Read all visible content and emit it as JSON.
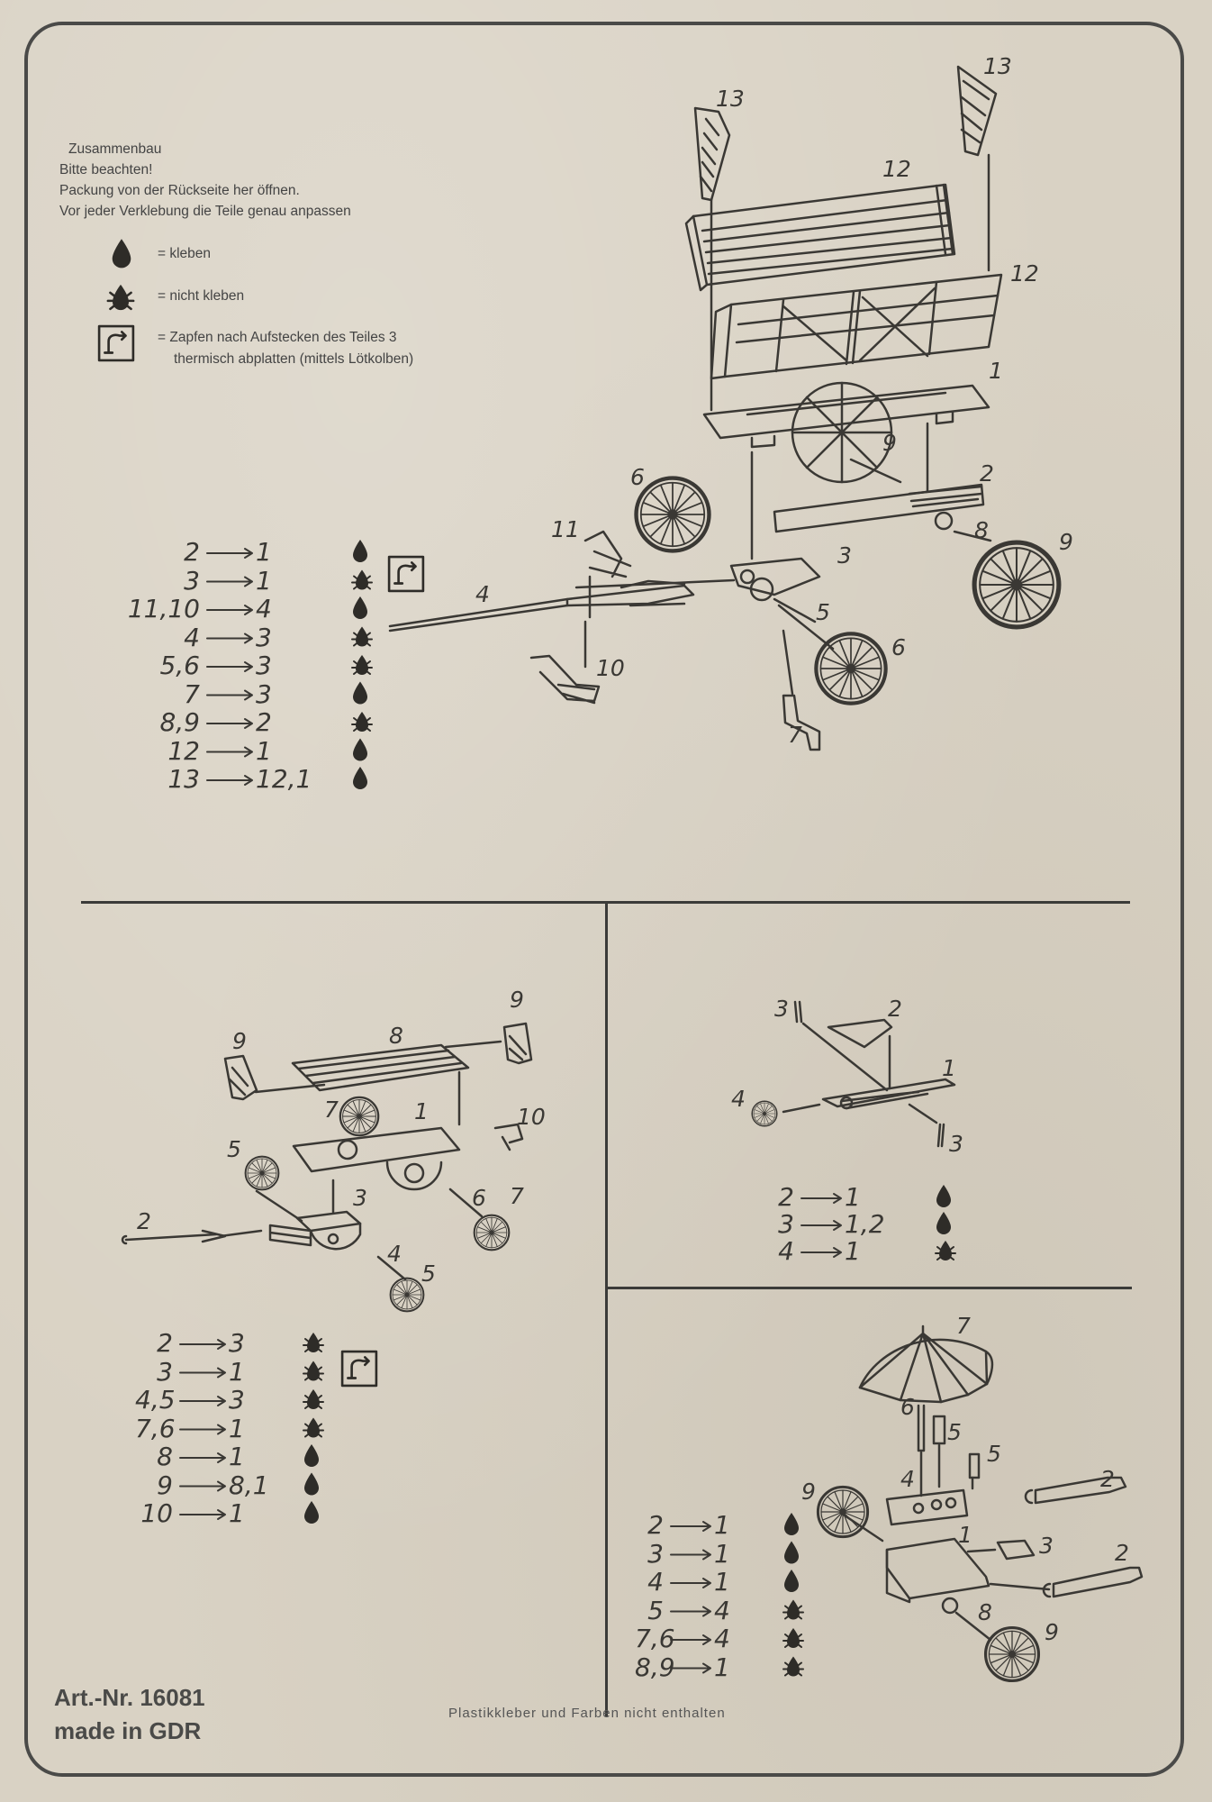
{
  "legend": {
    "lines": [
      "Zusammenbau",
      "Bitte beachten!",
      "Packung von der Rückseite her öffnen.",
      "Vor jeder Verklebung die Teile genau anpassen"
    ],
    "kleben": "= kleben",
    "nicht_kleben": "= nicht kleben",
    "zapfen_1": "= Zapfen nach Aufstecken des Teiles 3",
    "zapfen_2": "thermisch abplatten (mittels Lötkolben)"
  },
  "footer": {
    "art_nr": "Art.-Nr. 16081",
    "made_in": "made in GDR",
    "note": "Plastikkleber und Farben nicht enthalten"
  },
  "panels": {
    "wagon": {
      "steps": [
        {
          "from": "2",
          "to": "1",
          "symbol": "glue",
          "zapfen": true
        },
        {
          "from": "3",
          "to": "1",
          "symbol": "no-glue",
          "zapfen": true
        },
        {
          "from": "11,10",
          "to": "4",
          "symbol": "glue",
          "zapfen": false
        },
        {
          "from": "4",
          "to": "3",
          "symbol": "no-glue",
          "zapfen": false
        },
        {
          "from": "5,6",
          "to": "3",
          "symbol": "no-glue",
          "zapfen": false
        },
        {
          "from": "7",
          "to": "3",
          "symbol": "glue",
          "zapfen": false
        },
        {
          "from": "8,9",
          "to": "2",
          "symbol": "no-glue",
          "zapfen": false
        },
        {
          "from": "12",
          "to": "1",
          "symbol": "glue",
          "zapfen": false
        },
        {
          "from": "13",
          "to": "12,1",
          "symbol": "glue",
          "zapfen": false
        }
      ],
      "labels": [
        "1",
        "2",
        "3",
        "4",
        "5",
        "6",
        "6",
        "7",
        "8",
        "9",
        "9",
        "10",
        "11",
        "12",
        "12",
        "13",
        "13"
      ]
    },
    "cart": {
      "steps": [
        {
          "from": "2",
          "to": "3",
          "symbol": "no-glue",
          "zapfen": false
        },
        {
          "from": "3",
          "to": "1",
          "symbol": "no-glue",
          "zapfen": true
        },
        {
          "from": "4,5",
          "to": "3",
          "symbol": "no-glue",
          "zapfen": false
        },
        {
          "from": "7,6",
          "to": "1",
          "symbol": "no-glue",
          "zapfen": false
        },
        {
          "from": "8",
          "to": "1",
          "symbol": "glue",
          "zapfen": false
        },
        {
          "from": "9",
          "to": "8,1",
          "symbol": "glue",
          "zapfen": false
        },
        {
          "from": "10",
          "to": "1",
          "symbol": "glue",
          "zapfen": false
        }
      ],
      "labels": [
        "1",
        "2",
        "3",
        "4",
        "5",
        "5",
        "6",
        "7",
        "7",
        "8",
        "9",
        "9",
        "10"
      ]
    },
    "barrow": {
      "steps": [
        {
          "from": "2",
          "to": "1",
          "symbol": "glue",
          "zapfen": false
        },
        {
          "from": "3",
          "to": "1,2",
          "symbol": "glue",
          "zapfen": false
        },
        {
          "from": "4",
          "to": "1",
          "symbol": "no-glue",
          "zapfen": false
        }
      ],
      "labels": [
        "1",
        "2",
        "3",
        "3",
        "4"
      ]
    },
    "stand": {
      "steps": [
        {
          "from": "2",
          "to": "1",
          "symbol": "glue",
          "zapfen": false
        },
        {
          "from": "3",
          "to": "1",
          "symbol": "glue",
          "zapfen": false
        },
        {
          "from": "4",
          "to": "1",
          "symbol": "glue",
          "zapfen": false
        },
        {
          "from": "5",
          "to": "4",
          "symbol": "no-glue",
          "zapfen": false
        },
        {
          "from": "7,6",
          "to": "4",
          "symbol": "no-glue",
          "zapfen": false
        },
        {
          "from": "8,9",
          "to": "1",
          "symbol": "no-glue",
          "zapfen": false
        }
      ],
      "labels": [
        "1",
        "2",
        "2",
        "3",
        "4",
        "5",
        "5",
        "6",
        "7",
        "8",
        "9",
        "9"
      ]
    }
  }
}
